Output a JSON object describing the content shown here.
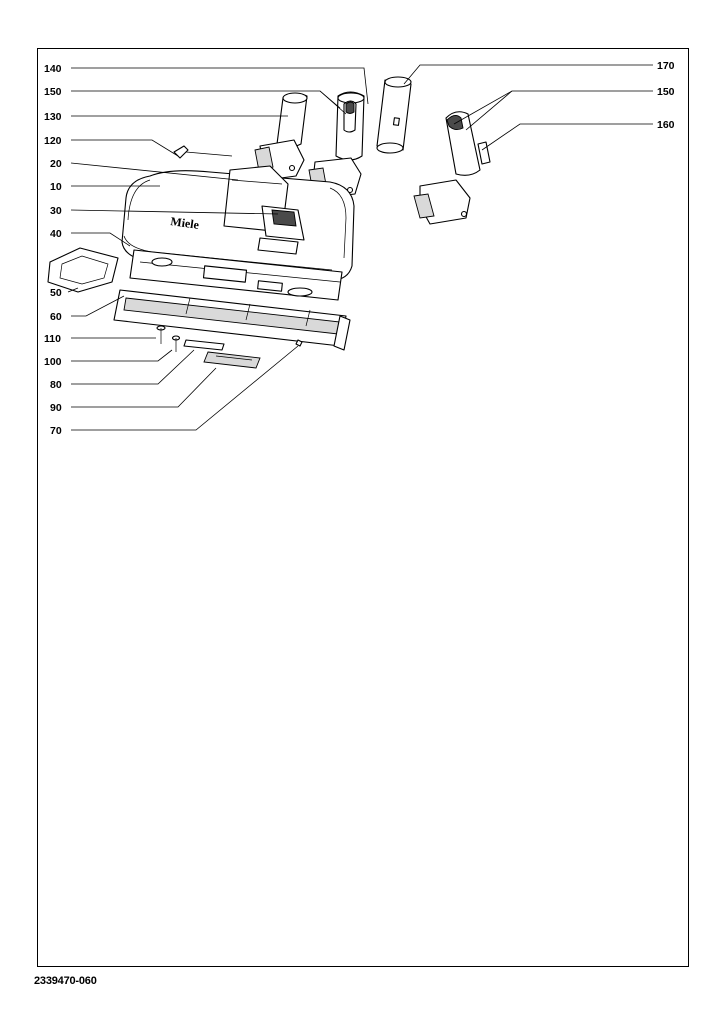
{
  "diagram": {
    "labels_left": [
      "140",
      "150",
      "130",
      "120",
      "20",
      "10",
      "30",
      "40",
      "50",
      "60",
      "110",
      "100",
      "80",
      "90",
      "70"
    ],
    "labels_right": [
      "170",
      "150",
      "160"
    ],
    "brand_marking": "Miele"
  },
  "footer": {
    "document_number": "2339470-060"
  }
}
